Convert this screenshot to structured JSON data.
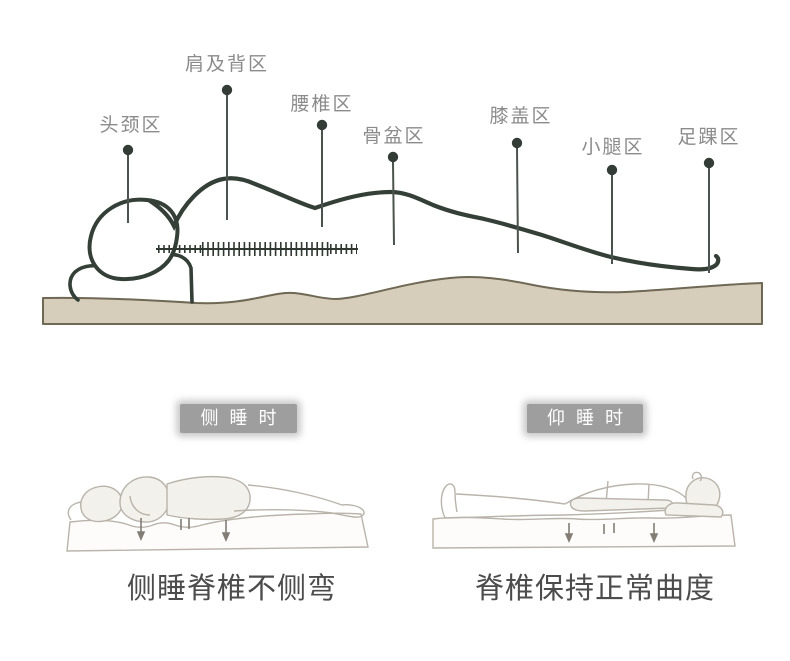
{
  "zones": [
    {
      "label": "头颈区"
    },
    {
      "label": "肩及背区"
    },
    {
      "label": "腰椎区"
    },
    {
      "label": "骨盆区"
    },
    {
      "label": "膝盖区"
    },
    {
      "label": "小腿区"
    },
    {
      "label": "足踝区"
    }
  ],
  "panels": [
    {
      "badge": "侧睡时",
      "caption": "侧睡脊椎不侧弯"
    },
    {
      "badge": "仰睡时",
      "caption": "脊椎保持正常曲度"
    }
  ],
  "colors": {
    "outline": "#343f37",
    "leader": "#4b534e",
    "dot": "#333c36",
    "mattress_fill": "#d6ceba",
    "mattress_stroke": "#6f6854",
    "label_text": "#8b8b8b",
    "badge_bg": "#9e9e9e",
    "badge_text": "#ffffff",
    "caption_text": "#4c4c4c",
    "sketch_stroke": "#b9b4ab",
    "sketch_fill": "#f3f1ec",
    "arrow": "#827d75"
  }
}
